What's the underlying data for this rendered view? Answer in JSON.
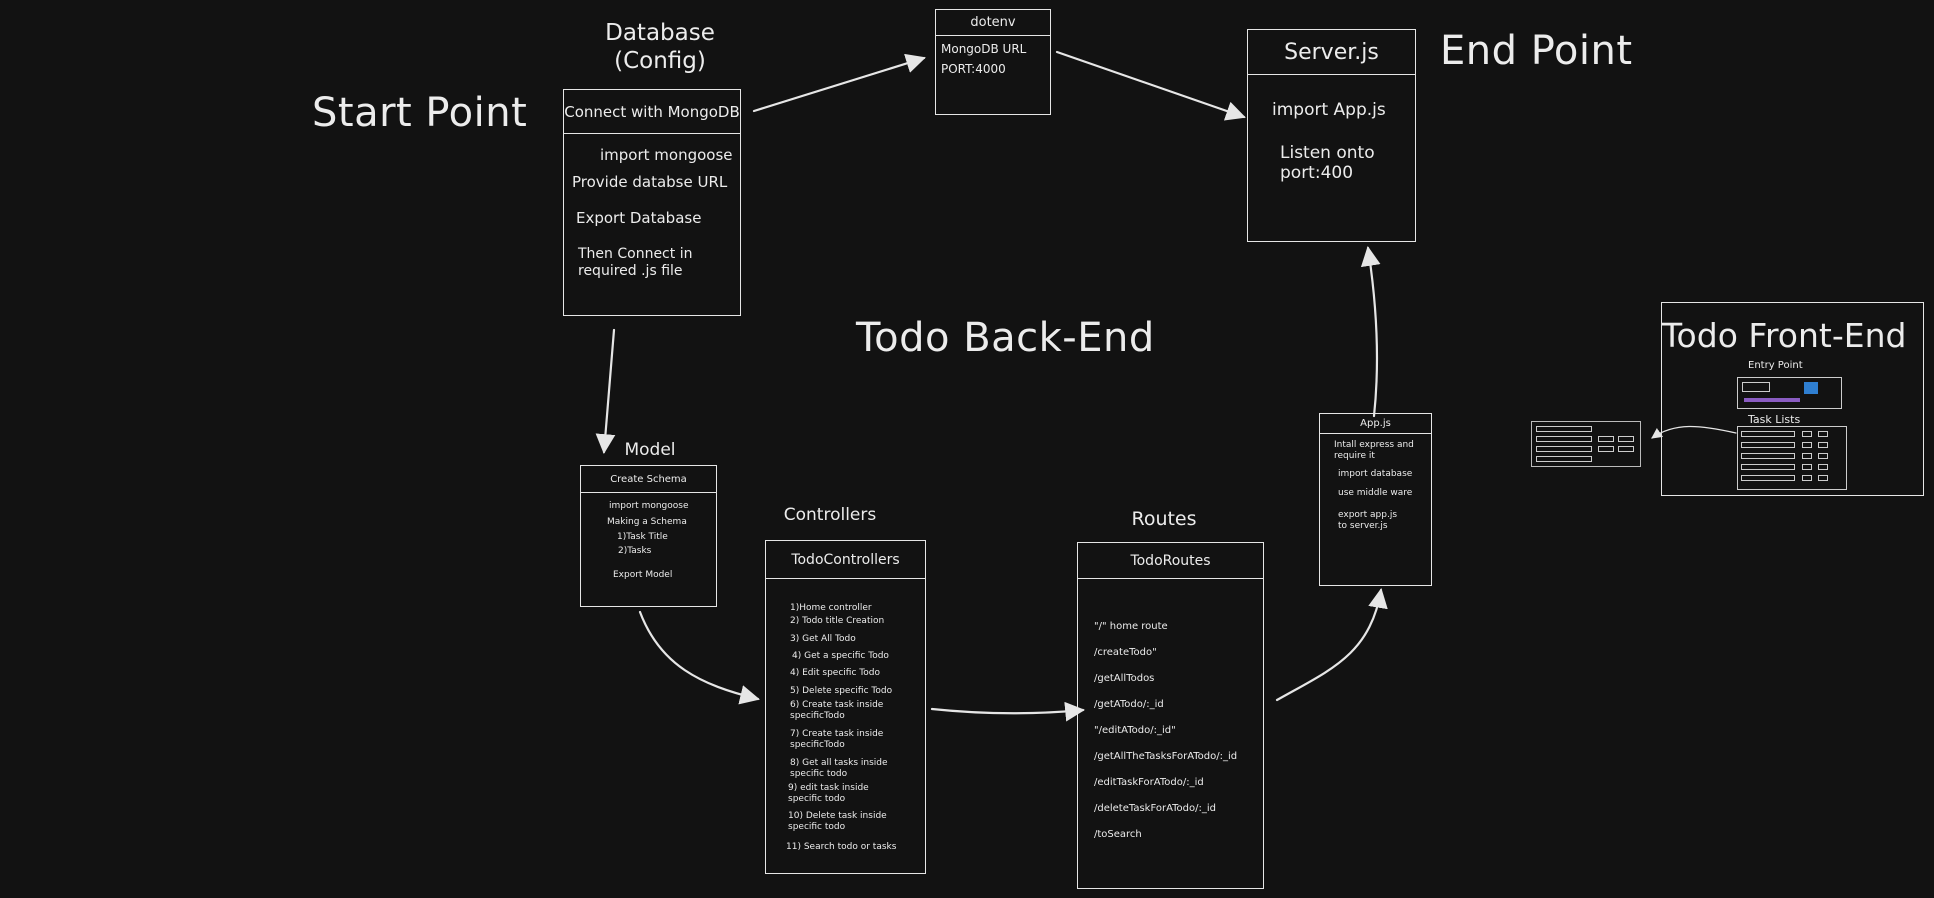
{
  "titles": {
    "start": "Start Point",
    "end": "End Point",
    "backend": "Todo Back-End",
    "frontend": "Todo Front-End"
  },
  "database": {
    "label": "Database\n(Config)",
    "header": "Connect with MongoDB",
    "items": [
      "import mongoose",
      "Provide  databse URL",
      "Export  Database",
      "Then  Connect in\nrequired .js file"
    ]
  },
  "dotenv": {
    "header": "dotenv",
    "items": [
      "MongoDB URL",
      "PORT:4000"
    ]
  },
  "server": {
    "header": "Server.js",
    "items": [
      "import App.js",
      "Listen onto\nport:400"
    ]
  },
  "model": {
    "label": "Model",
    "header": "Create Schema",
    "items": [
      "import mongoose",
      "Making a Schema",
      "1)Task Title",
      "2)Tasks",
      "Export Model"
    ]
  },
  "controllers": {
    "label": "Controllers",
    "header": "TodoControllers",
    "items": [
      "1)Home controller",
      "2) Todo title Creation",
      "3) Get All Todo",
      "4) Get a specific Todo",
      "4) Edit specific Todo",
      "5) Delete specific Todo",
      "6) Create task inside\nspecificTodo",
      "7) Create task inside\nspecificTodo",
      "8) Get all tasks inside\nspecific todo",
      "9) edit task inside\nspecific todo",
      "10) Delete task inside\nspecific todo",
      "11) Search todo or tasks"
    ]
  },
  "routes": {
    "label": "Routes",
    "header": "TodoRoutes",
    "items": [
      "\"/\" home route",
      "/createTodo\"",
      "/getAllTodos",
      "/getATodo/:_id",
      "\"/editATodo/:_id\"",
      "/getAllTheTasksForATodo/:_id",
      "/editTaskForATodo/:_id",
      "/deleteTaskForATodo/:_id",
      "/toSearch"
    ]
  },
  "app": {
    "header": "App.js",
    "items": [
      "Intall express and\nrequire it",
      "import database",
      "use middle ware",
      "export app.js\nto server.js"
    ]
  },
  "frontend_panel": {
    "entry_label": "Entry Point",
    "tasks_label": "Task Lists"
  },
  "colors": {
    "background": "#121212",
    "stroke": "#e6e6e6",
    "accent_blue": "#2f7fd1",
    "accent_purple": "#8a5cc2"
  }
}
